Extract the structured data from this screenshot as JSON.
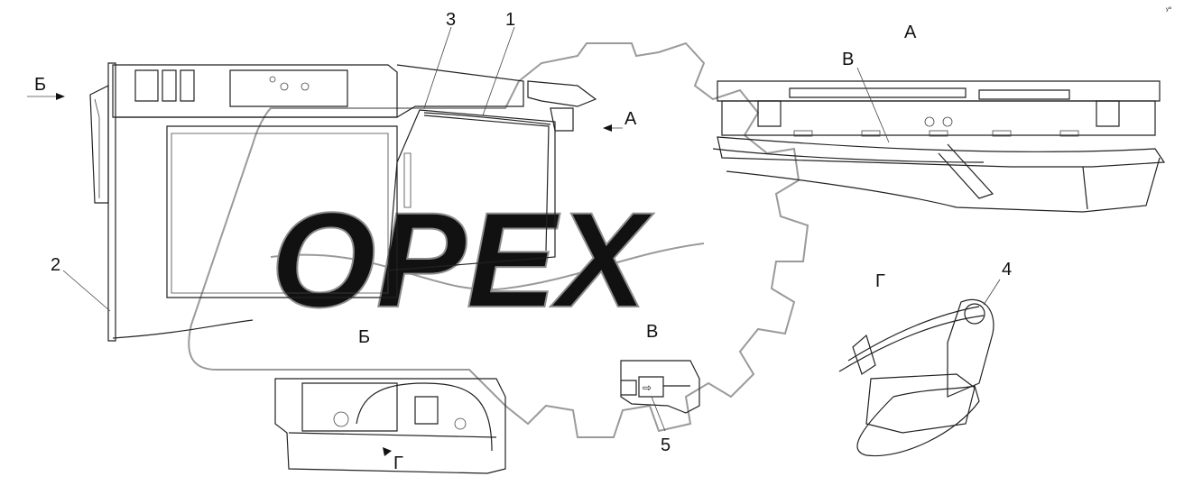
{
  "watermark": {
    "text": "OPEX"
  },
  "views": {
    "a_title": "A",
    "b_title": "Б",
    "v_title": "В",
    "g_title": "Г"
  },
  "arrows": {
    "b_arrow_label": "Б",
    "a_arrow_label": "A",
    "v_callout_label": "В",
    "g_callout_label": "Г"
  },
  "callouts": {
    "c1": "1",
    "c2": "2",
    "c3": "3",
    "c4": "4",
    "c5": "5"
  },
  "corner_mark": "ʸ°"
}
